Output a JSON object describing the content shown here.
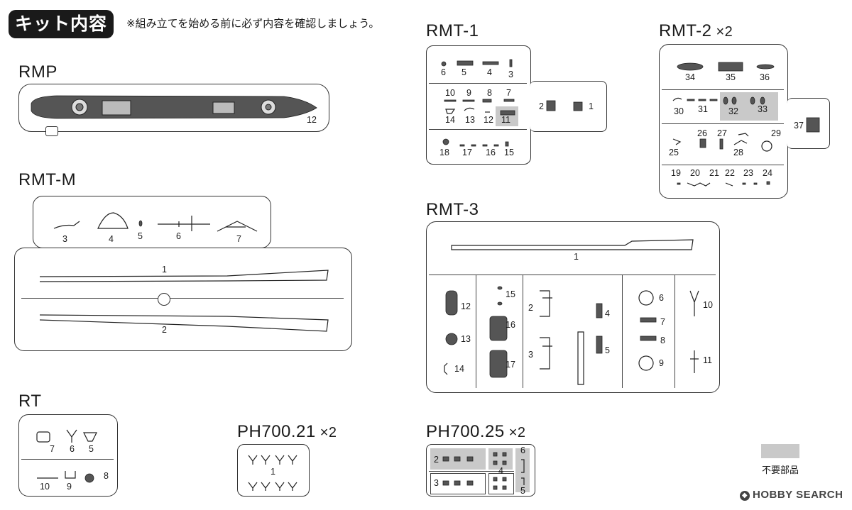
{
  "header": {
    "title": "キット内容",
    "note": "※組み立てを始める前に必ず内容を確認しましょう。"
  },
  "sprues": {
    "rmp": {
      "label": "RMP",
      "parts": [
        "12"
      ]
    },
    "rmtm": {
      "label": "RMT-M",
      "parts_top": [
        "3",
        "4",
        "5",
        "6",
        "7"
      ],
      "parts_hull": [
        "1",
        "2"
      ]
    },
    "rt": {
      "label": "RT",
      "parts": [
        "7",
        "6",
        "5",
        "8",
        "10",
        "9"
      ]
    },
    "ph21": {
      "label": "PH700.21",
      "mult": "×2",
      "parts": [
        "1"
      ]
    },
    "ph25": {
      "label": "PH700.25",
      "mult": "×2",
      "parts": [
        "2",
        "3",
        "4",
        "6",
        "5"
      ]
    },
    "rmt1": {
      "label": "RMT-1",
      "parts": [
        "6",
        "5",
        "4",
        "3",
        "10",
        "9",
        "8",
        "7",
        "14",
        "13",
        "12",
        "11",
        "18",
        "17",
        "16",
        "15",
        "2",
        "1"
      ]
    },
    "rmt2": {
      "label": "RMT-2",
      "mult": "×2",
      "parts": [
        "34",
        "35",
        "36",
        "30",
        "31",
        "32",
        "33",
        "37",
        "26",
        "27",
        "29",
        "25",
        "28",
        "19",
        "20",
        "21",
        "22",
        "23",
        "24"
      ]
    },
    "rmt3": {
      "label": "RMT-3",
      "parts": [
        "1",
        "15",
        "12",
        "16",
        "13",
        "17",
        "14",
        "2",
        "3",
        "4",
        "5",
        "6",
        "7",
        "8",
        "9",
        "10",
        "11"
      ]
    }
  },
  "legend": {
    "unused_label": "不要部品",
    "unused_color": "#c9c9c9"
  },
  "watermark": {
    "text": "HOBBY SEARCH"
  }
}
